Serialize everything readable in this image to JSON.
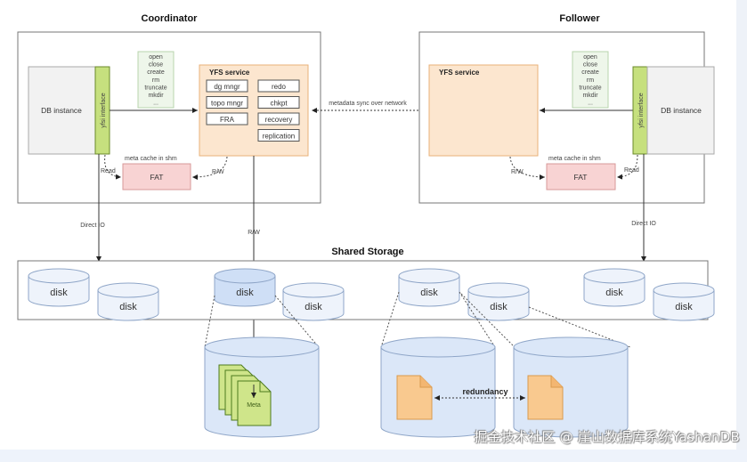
{
  "coordinator": {
    "title": "Coordinator",
    "db_instance": "DB instance",
    "interface": "yfsi interface",
    "ops": [
      "open",
      "close",
      "create",
      "rm",
      "truncate",
      "mkdir",
      "..."
    ],
    "service": {
      "title": "YFS service",
      "modules_left": [
        "dg mngr",
        "topo mngr",
        "FRA"
      ],
      "modules_right": [
        "redo",
        "chkpt",
        "recovery",
        "replication"
      ]
    },
    "cache_label": "meta cache in shm",
    "fat": "FAT",
    "read_label": "Read",
    "rw_label": "R/W",
    "direct_io": "Direct IO",
    "storage_rw": "R/W"
  },
  "follower": {
    "title": "Follower",
    "db_instance": "DB instance",
    "interface": "yfsi interface",
    "ops": [
      "open",
      "close",
      "create",
      "rm",
      "truncate",
      "mkdir",
      "..."
    ],
    "service": {
      "title": "YFS service"
    },
    "cache_label": "meta cache in shm",
    "fat": "FAT",
    "read_label": "Read",
    "rw_label": "R/W",
    "direct_io": "Direct IO"
  },
  "sync_label": "metadata sync over network",
  "storage": {
    "title": "Shared Storage",
    "disks": [
      "disk",
      "disk",
      "disk",
      "disk",
      "disk",
      "disk",
      "disk",
      "disk"
    ]
  },
  "detail": {
    "meta_label": "Meta",
    "redundancy_label": "redundancy"
  },
  "watermark": "掘金技术社区 @ 崖山数据库系统YashanDB",
  "colors": {
    "service_fill": "#fce6cf",
    "service_stroke": "#e8b27a",
    "interface_fill": "#c6e07e",
    "fat_fill": "#f8d3d3",
    "fat_stroke": "#d79a9a",
    "disk_fill": "#dbe7f8",
    "file_orange": "#f9c98f",
    "meta_green": "#cfe58a"
  }
}
